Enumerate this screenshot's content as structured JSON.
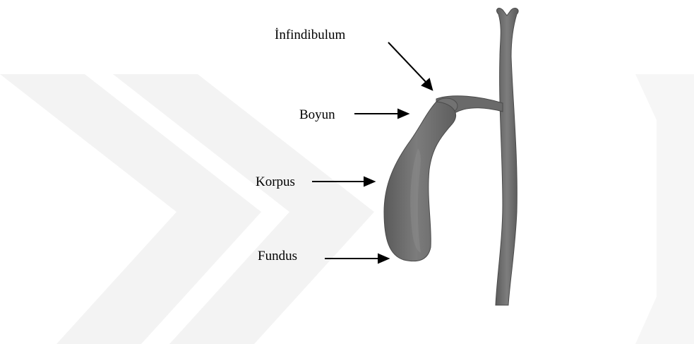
{
  "labels": {
    "infundibulum": "İnfindibulum",
    "neck": "Boyun",
    "body": "Korpus",
    "fundus": "Fundus"
  },
  "colors": {
    "organ": "#6e6e6e",
    "organ_shadow": "#4f4f4f",
    "organ_highlight": "#8a8a8a",
    "watermark": "#f4f4f4",
    "text": "#000000",
    "background": "#ffffff"
  }
}
